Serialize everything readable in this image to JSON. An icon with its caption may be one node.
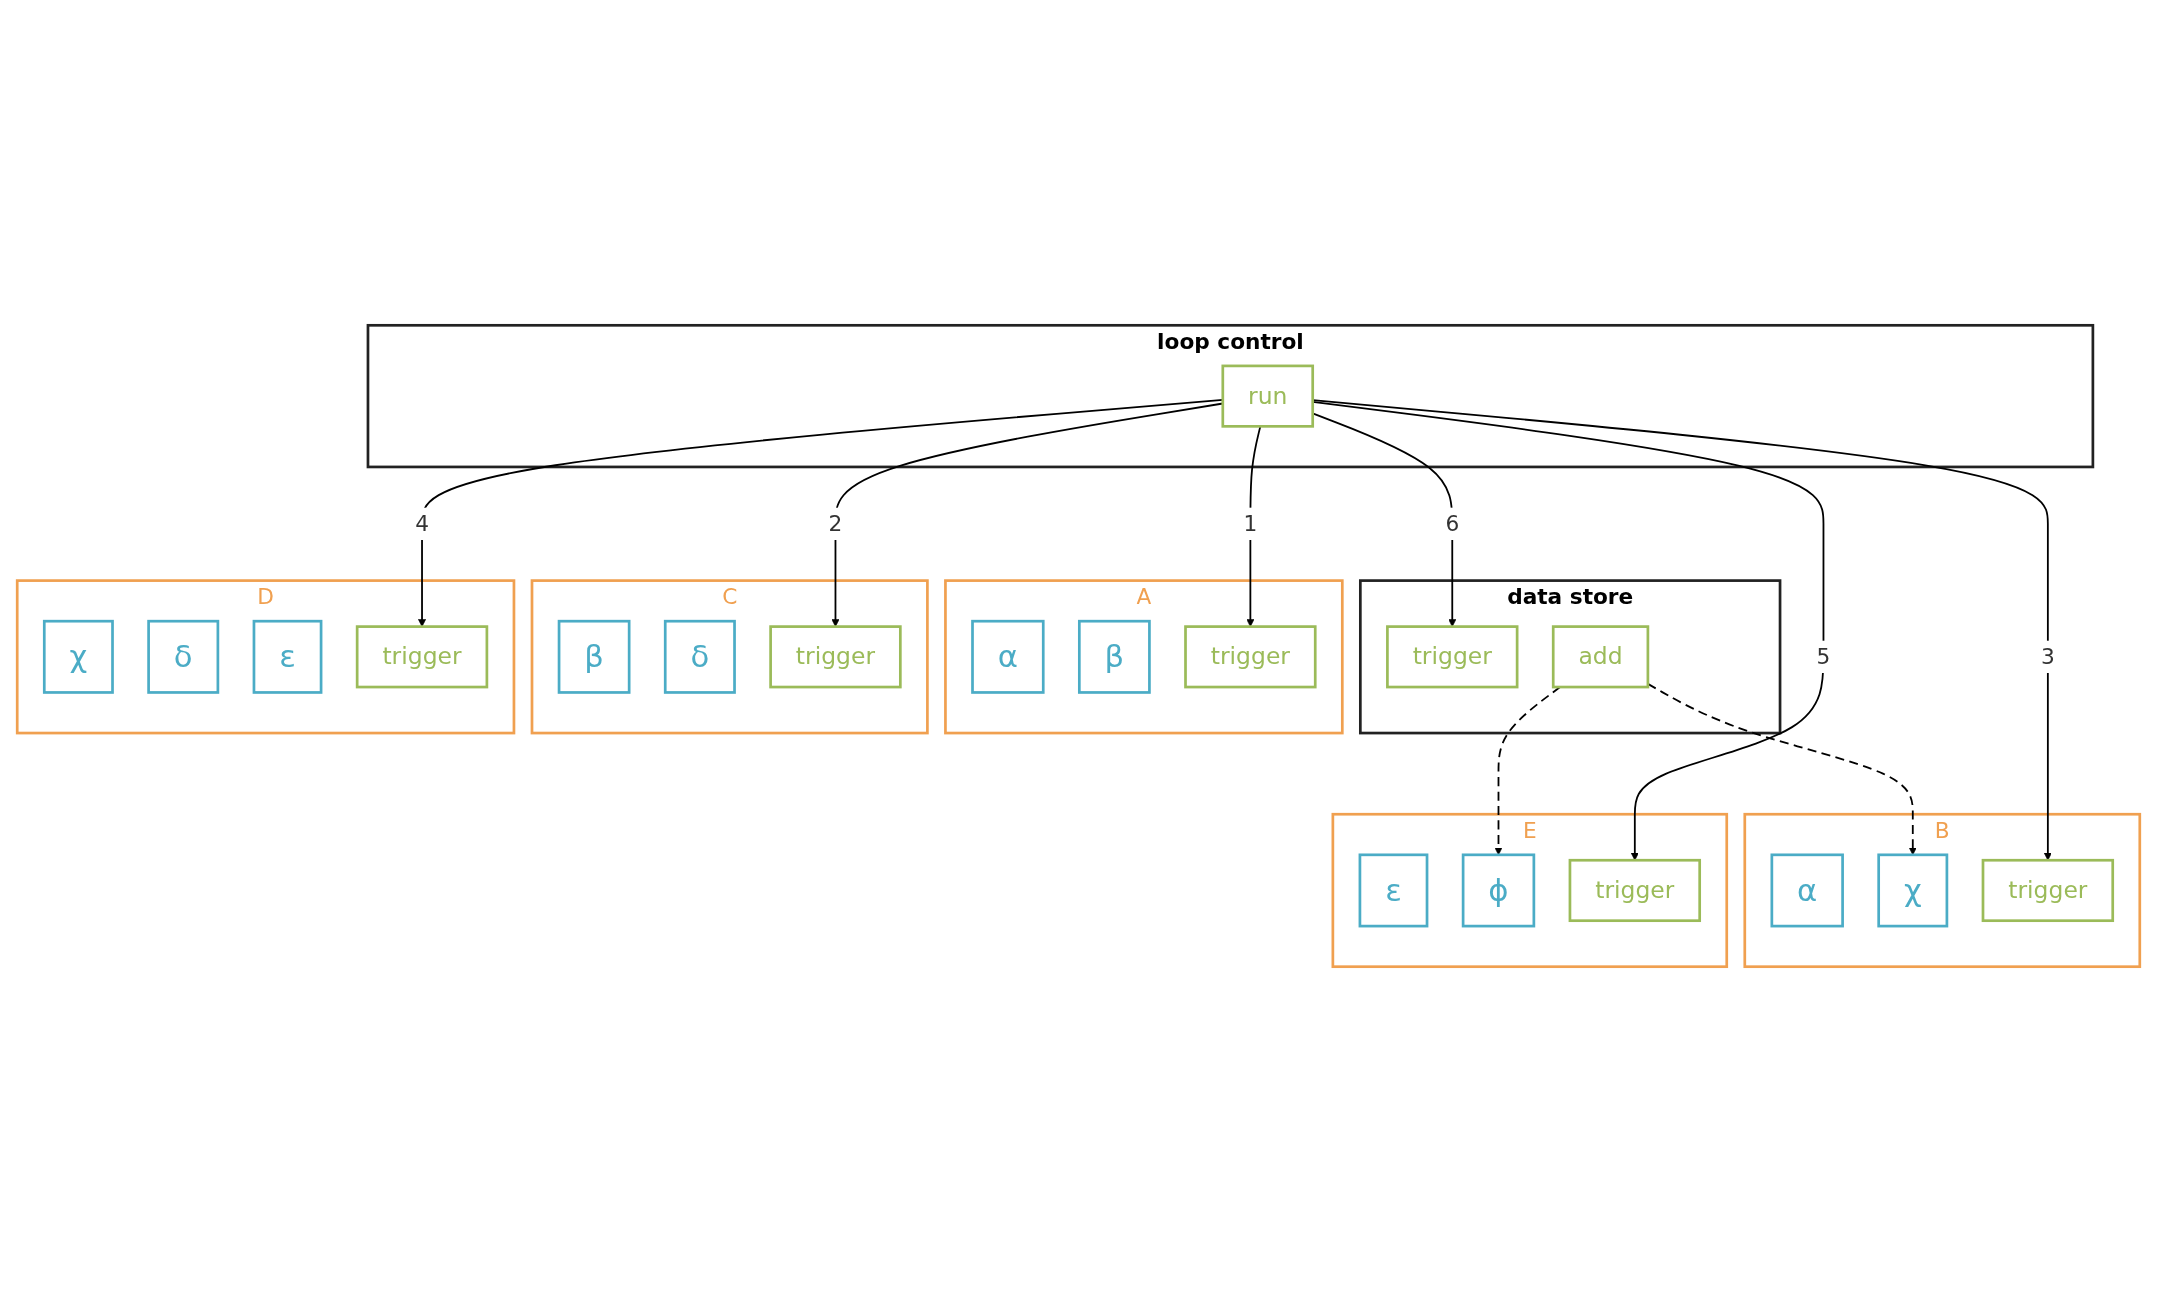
{
  "diagram": {
    "nodes": [
      {
        "text": [
          "data store"
        ]
      },
      {
        "text": [
          "trigger"
        ],
        "in": 0
      },
      {
        "text": [
          "add"
        ],
        "in": 0
      },
      {
        "text": [
          "A"
        ]
      },
      {
        "text": [
          "α"
        ],
        "in": 3
      },
      {
        "text": [
          "β"
        ],
        "in": 3
      },
      {
        "text": [
          "trigger"
        ],
        "in": 3
      },
      {
        "text": [
          "B"
        ]
      },
      {
        "text": [
          "α"
        ],
        "in": 7
      },
      {
        "text": [
          "χ"
        ],
        "in": 7
      },
      {
        "text": [
          "trigger"
        ],
        "in": 7
      },
      {
        "text": [
          "C"
        ]
      },
      {
        "text": [
          "β"
        ],
        "in": 11
      },
      {
        "text": [
          "δ"
        ],
        "in": 11
      },
      {
        "text": [
          "trigger"
        ],
        "in": 11
      },
      {
        "text": [
          "D"
        ]
      },
      {
        "text": [
          "χ"
        ],
        "in": 15
      },
      {
        "text": [
          "δ"
        ],
        "in": 15
      },
      {
        "text": [
          "ε"
        ],
        "in": 15
      },
      {
        "text": [
          "trigger"
        ],
        "in": 15
      },
      {
        "text": [
          "E"
        ]
      },
      {
        "text": [
          "ε"
        ],
        "in": 20
      },
      {
        "text": [
          "ϕ"
        ],
        "in": 20
      },
      {
        "text": [
          "trigger"
        ],
        "in": 20
      },
      {
        "text": [
          "loop control"
        ]
      },
      {
        "text": [
          "run"
        ],
        "in": 24
      }
    ],
    "edges": [
      {
        "from": 25,
        "to": 6,
        "arrow": "to",
        "label": "1"
      },
      {
        "from": 25,
        "to": 14,
        "arrow": "to",
        "label": "2"
      },
      {
        "from": 25,
        "to": 10,
        "arrow": "to",
        "label": "3"
      },
      {
        "from": 25,
        "to": 19,
        "arrow": "to",
        "label": "4"
      },
      {
        "from": 25,
        "to": 23,
        "arrow": "to",
        "label": "5"
      },
      {
        "from": 25,
        "to": 1,
        "arrow": "to",
        "label": "6"
      },
      {
        "from": 2,
        "to": 9,
        "arrow": "to",
        "style": "dashed"
      },
      {
        "from": 2,
        "to": 22,
        "arrow": "to",
        "style": "dashed"
      }
    ]
  }
}
